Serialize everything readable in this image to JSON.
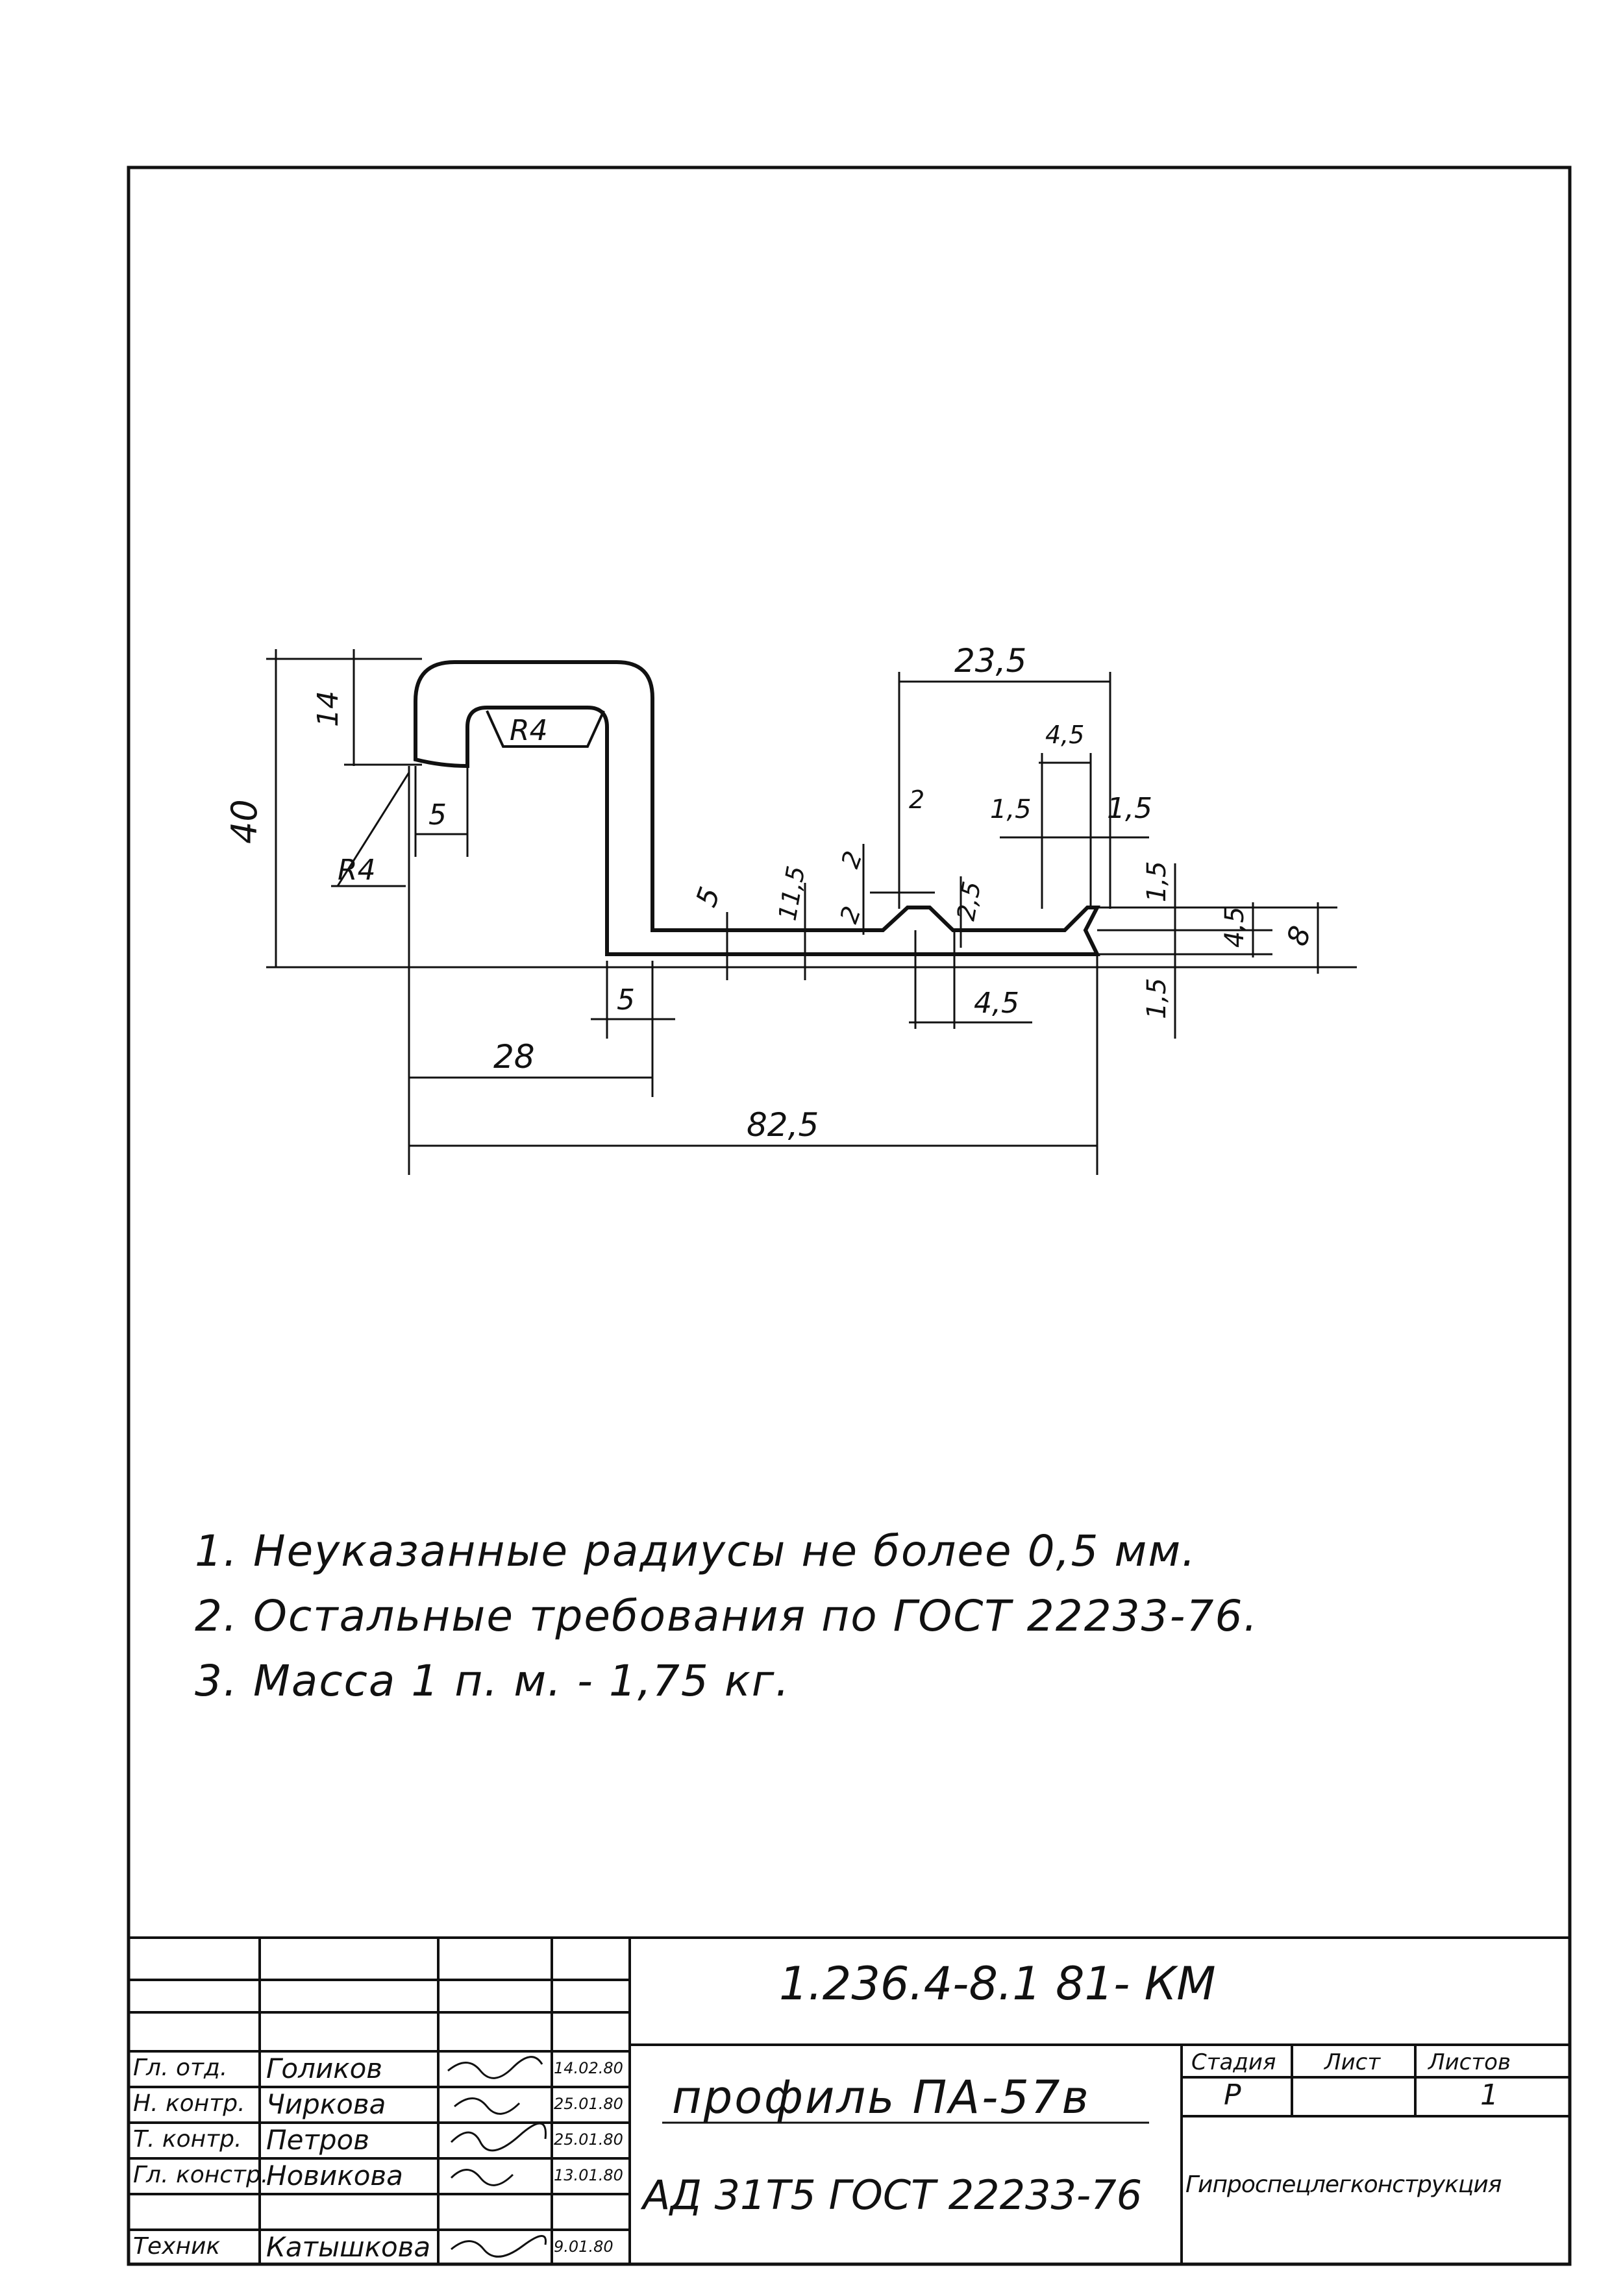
{
  "drawing": {
    "dimensions": {
      "d40": "40",
      "d14": "14",
      "d5_top": "5",
      "r4_inner": "R4",
      "r4_outer": "R4",
      "d5_web": "5",
      "d11_5": "11,5",
      "d2_a": "2",
      "d2_b": "2",
      "d2_c": "2",
      "d2_5": "2,5",
      "d23_5": "23,5",
      "d4_5_top": "4,5",
      "d1_5_a": "1,5",
      "d1_5_b": "1,5",
      "d1_5_c": "1,5",
      "d1_5_d": "1,5",
      "d4_5_right": "4,5",
      "d8": "8",
      "d5_bottom": "5",
      "d4_5_bottom": "4,5",
      "d28": "28",
      "d82_5": "82,5"
    }
  },
  "notes": [
    "1. Неуказанные радиусы не более 0,5 мм.",
    "2. Остальные требования по ГОСТ 22233-76.",
    "3. Масса 1 п. м. - 1,75 кг."
  ],
  "title_block": {
    "document_code": "1.236.4-8.1 81- КМ",
    "title": "профиль ПА-57в",
    "material": "АД 31Т5 ГОСТ 22233-76",
    "organization": "Гипроспецлегконструкция",
    "stage_header": "Стадия",
    "sheet_header": "Лист",
    "sheets_header": "Листов",
    "stage_value": "Р",
    "sheet_value": "",
    "sheets_value": "1",
    "signatures": [
      {
        "role": "Гл. отд.",
        "name": "Голиков",
        "date": "14.02.80"
      },
      {
        "role": "Н. контр.",
        "name": "Чиркова",
        "date": "25.01.80"
      },
      {
        "role": "Т. контр.",
        "name": "Петров",
        "date": "25.01.80"
      },
      {
        "role": "Гл. констр.",
        "name": "Новикова",
        "date": "13.01.80"
      },
      {
        "role": "Техник",
        "name": "Катышкова",
        "date": "9.01.80"
      }
    ]
  }
}
